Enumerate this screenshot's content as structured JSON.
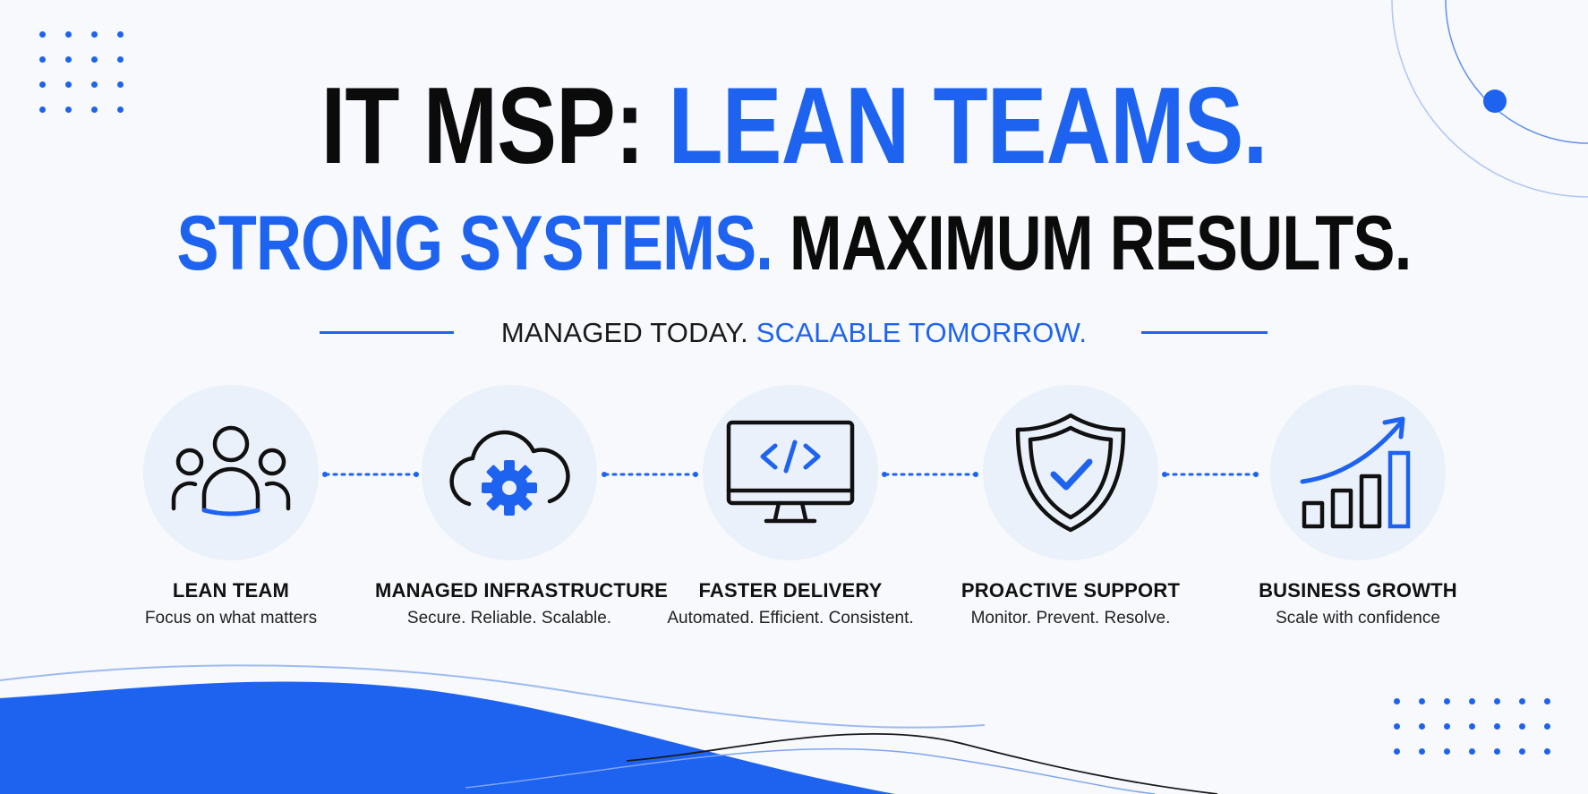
{
  "headline": {
    "line1_dark": "IT MSP: ",
    "line1_blue": "LEAN TEAMS.",
    "line2_blue": "STRONG SYSTEMS.",
    "line2_dark": " MAXIMUM RESULTS."
  },
  "tagline": {
    "dark": "MANAGED TODAY. ",
    "blue": "SCALABLE TOMORROW."
  },
  "features": [
    {
      "title": "LEAN TEAM",
      "subtitle": "Focus on what matters",
      "icon": "team-icon"
    },
    {
      "title": "MANAGED INFRASTRUCTURE",
      "subtitle": "Secure. Reliable. Scalable.",
      "icon": "cloud-gear-icon"
    },
    {
      "title": "FASTER DELIVERY",
      "subtitle": "Automated. Efficient. Consistent.",
      "icon": "code-monitor-icon"
    },
    {
      "title": "PROACTIVE SUPPORT",
      "subtitle": "Monitor. Prevent. Resolve.",
      "icon": "shield-check-icon"
    },
    {
      "title": "BUSINESS GROWTH",
      "subtitle": "Scale with confidence",
      "icon": "growth-chart-icon"
    }
  ],
  "colors": {
    "accent": "#1e63f0",
    "text": "#0b0b0c",
    "circle_bg": "#ebf1fb",
    "background": "#f7f9fc"
  }
}
